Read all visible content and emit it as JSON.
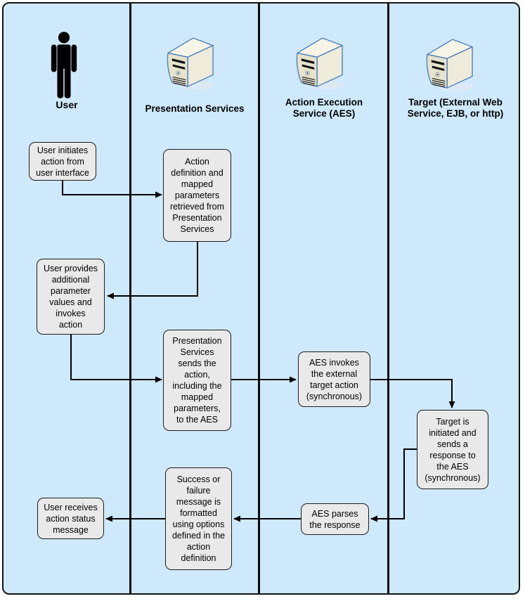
{
  "diagram": {
    "type": "swimlane-flow",
    "colors": {
      "background": "#cfe9fc",
      "frame_border": "#141414",
      "box_fill": "#e9e9e9",
      "box_border": "#1c1c1c",
      "arrow": "#000000",
      "server_body": "#ece9d8",
      "server_outline": "#4a7ebb",
      "person": "#000000"
    },
    "lanes": [
      {
        "label": "User",
        "icon": "person-icon"
      },
      {
        "label": "Presentation Services",
        "icon": "server-icon"
      },
      {
        "label": "Action Execution\nService (AES)",
        "icon": "server-icon"
      },
      {
        "label": "Target (External Web\nService, EJB, or http)",
        "icon": "server-icon"
      }
    ],
    "steps": [
      {
        "lane": "User",
        "text": "User initiates\naction from\nuser interface"
      },
      {
        "lane": "Presentation Services",
        "text": "Action\ndefinition and\nmapped\nparameters\nretrieved from\nPresentation\nServices"
      },
      {
        "lane": "User",
        "text": "User provides\nadditional\nparameter\nvalues and\ninvokes\naction"
      },
      {
        "lane": "Presentation Services",
        "text": "Presentation\nServices\nsends the\naction,\nincluding the\nmapped\nparameters,\nto the AES"
      },
      {
        "lane": "Action Execution Service (AES)",
        "text": "AES invokes\nthe external\ntarget action\n(synchronous)"
      },
      {
        "lane": "Target (External Web Service, EJB, or http)",
        "text": "Target is\ninitiated and\nsends a\nresponse to\nthe AES\n(synchronous)"
      },
      {
        "lane": "Action Execution Service (AES)",
        "text": "AES parses\nthe response"
      },
      {
        "lane": "Presentation Services",
        "text": "Success or\nfailure\nmessage is\nformatted\nusing options\ndefined in the\naction\ndefinition"
      },
      {
        "lane": "User",
        "text": "User receives\naction status\nmessage"
      }
    ],
    "connections": [
      {
        "from": 0,
        "to": 1
      },
      {
        "from": 1,
        "to": 2
      },
      {
        "from": 2,
        "to": 3
      },
      {
        "from": 3,
        "to": 4
      },
      {
        "from": 4,
        "to": 5
      },
      {
        "from": 5,
        "to": 6
      },
      {
        "from": 6,
        "to": 7
      },
      {
        "from": 7,
        "to": 8
      }
    ]
  }
}
